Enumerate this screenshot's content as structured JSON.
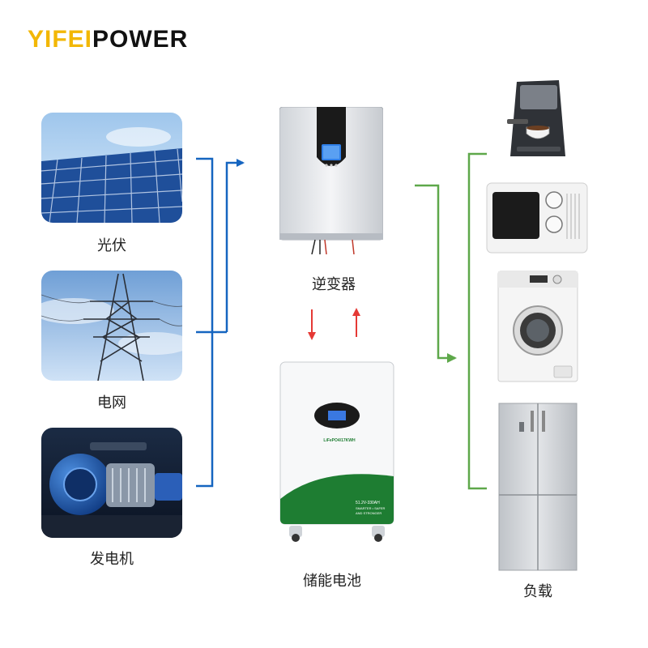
{
  "logo": {
    "part1": "YIFEI",
    "part2": "POWER"
  },
  "sources": [
    {
      "label": "光伏"
    },
    {
      "label": "电网"
    },
    {
      "label": "发电机"
    }
  ],
  "inverter": {
    "label": "逆变器"
  },
  "battery": {
    "label": "储能电池",
    "model_text": "LiFePO4/17KWH",
    "spec_line1": "51.2V-330AH",
    "spec_line2": "SMARTER • SAFER",
    "spec_line3": "AND STRONGER"
  },
  "loads": {
    "label": "负载"
  },
  "colors": {
    "input_line": "#1565c0",
    "output_line": "#5ea84a",
    "charge_arrows": "#e53935",
    "battery_green": "#1e7d32",
    "logo_yellow": "#f2b705"
  }
}
